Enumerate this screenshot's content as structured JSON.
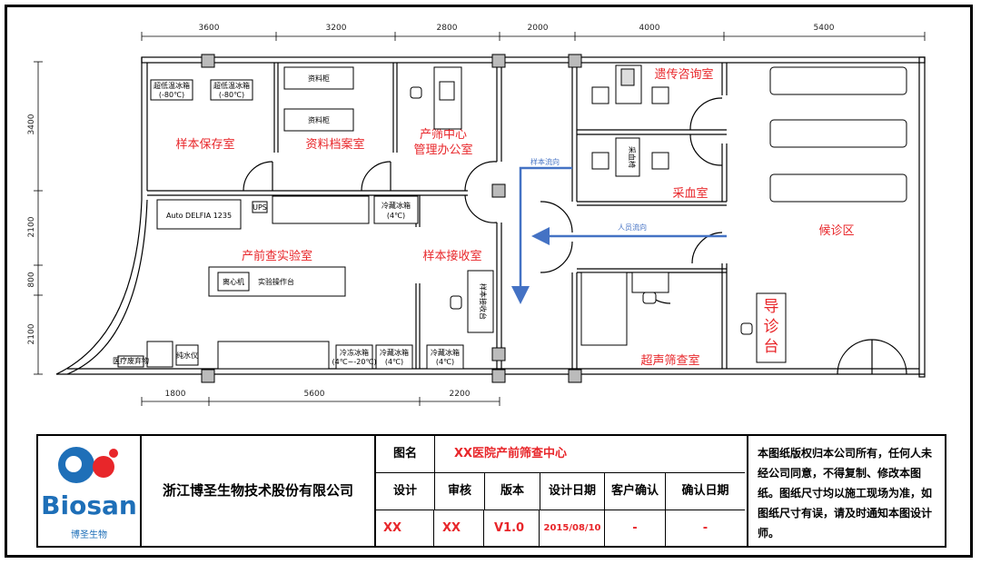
{
  "dims_top": [
    "3600",
    "3200",
    "2800",
    "2000",
    "4000",
    "5400"
  ],
  "dims_bottom": [
    "1800",
    "5600",
    "2200"
  ],
  "dims_left": [
    "3400",
    "2100",
    "800",
    "2100"
  ],
  "rooms": {
    "sample_storage": "样本保存室",
    "archive": "资料档案室",
    "office_line1": "产筛中心",
    "office_line2": "管理办公室",
    "genetic": "遗传咨询室",
    "blood": "采血室",
    "waiting": "候诊区",
    "lab": "产前查实验室",
    "reception": "样本接收室",
    "ultrasound": "超声筛查室",
    "guide_desk": "导诊台"
  },
  "equipment": {
    "freezer1_line1": "超低温冰箱",
    "freezer1_line2": "(-80℃)",
    "freezer2_line1": "超低温冰箱",
    "freezer2_line2": "(-80℃)",
    "cabinet1": "资料柜",
    "cabinet2": "资料柜",
    "auto": "Auto DELFIA 1235",
    "ups": "UPS",
    "fridge1_line1": "冷藏冰箱",
    "fridge1_line2": "(4℃)",
    "centrifuge": "离心机",
    "bench": "实验操作台",
    "water": "纯水仪",
    "small_left": "医疗废弃物",
    "fridge2_line1": "冷冻冰箱",
    "fridge2_line2": "(4℃~-20℃)",
    "fridge3_line1": "冷藏冰箱",
    "fridge3_line2": "(4℃)",
    "fridge4_line1": "冷藏冰箱",
    "fridge4_line2": "(4℃)",
    "receive_counter": "样本接收台",
    "blood_chair": "采血椅"
  },
  "flows": {
    "sample": "样本流向",
    "people": "人员流向"
  },
  "colors": {
    "room_label": "#e8262a",
    "arrow": "#4472c4",
    "logo_blue": "#1e6fb8",
    "logo_red": "#e8262a"
  },
  "title_block": {
    "company": "浙江博圣生物技术股份有限公司",
    "logo_text": "Biosan",
    "logo_subtext": "博圣生物",
    "drawing_name_label": "图名",
    "drawing_name": "XX医院产前筛查中心",
    "headers": [
      "设计",
      "审核",
      "版本",
      "设计日期",
      "客户确认",
      "确认日期"
    ],
    "values": [
      "XX",
      "XX",
      "V1.0",
      "2015/08/10",
      "-",
      "-"
    ],
    "notice": "本图纸版权归本公司所有，任何人未经公司同意，不得复制、修改本图纸。图纸尺寸均以施工现场为准，如图纸尺寸有误，请及时通知本图设计师。"
  }
}
